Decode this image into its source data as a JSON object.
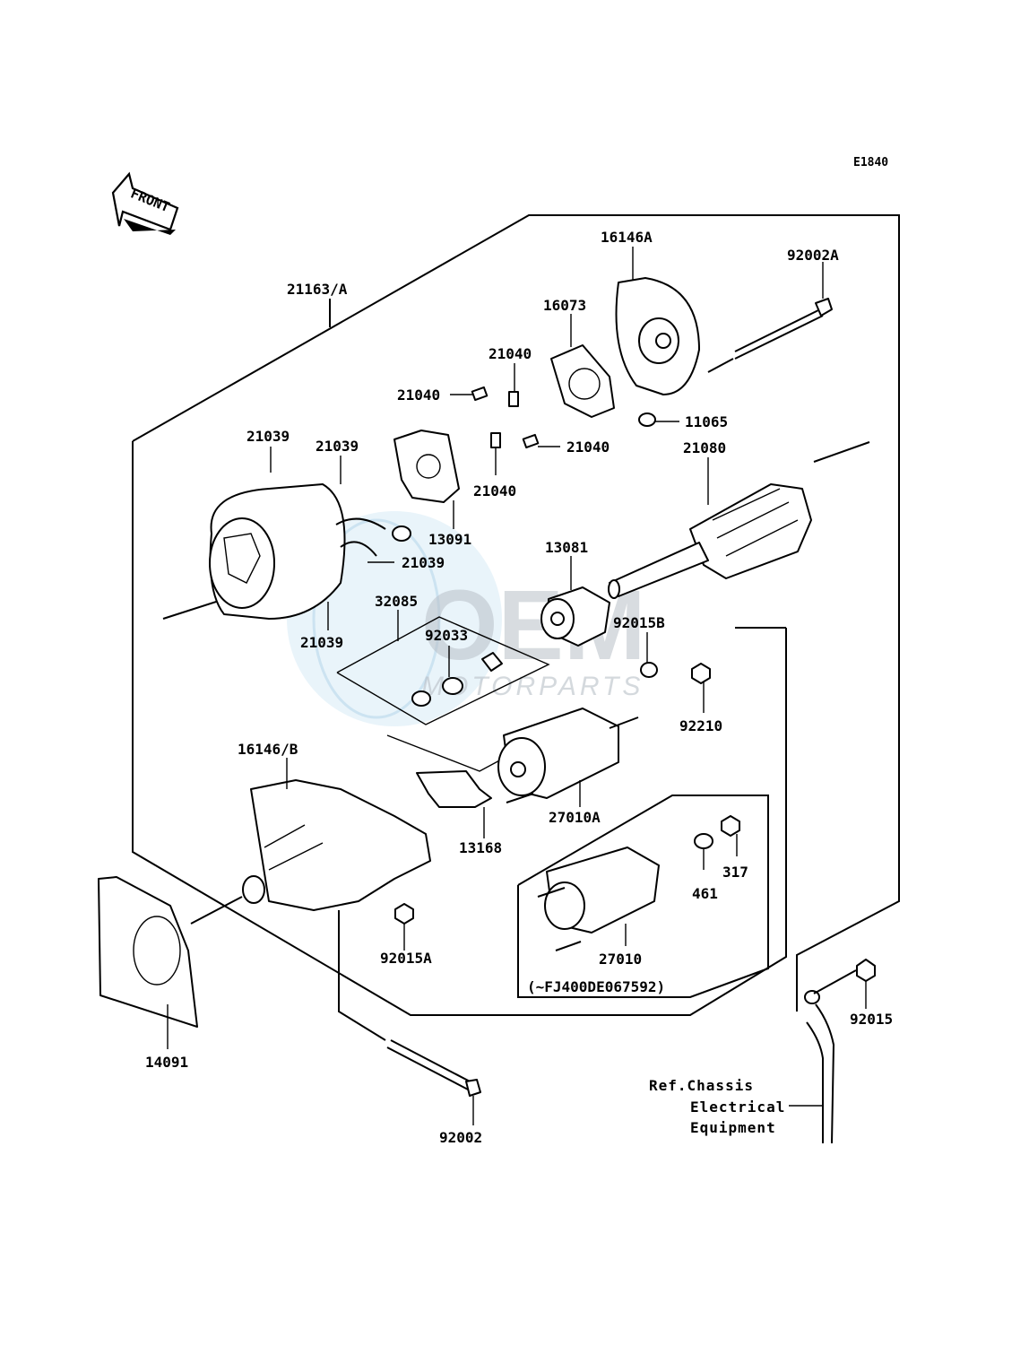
{
  "diagram_code": "E1840",
  "front_marker": "FRONT",
  "watermark": {
    "brand": "OEM",
    "sub": "MOTORPARTS"
  },
  "labels": {
    "p21163A": "21163/A",
    "p16146A": "16146A",
    "p92002A": "92002A",
    "p16073": "16073",
    "p21040_a": "21040",
    "p21040_b": "21040",
    "p21040_c": "21040",
    "p21040_d": "21040",
    "p11065": "11065",
    "p21080": "21080",
    "p21039_a": "21039",
    "p21039_b": "21039",
    "p21039_c": "21039",
    "p21039_d": "21039",
    "p13091": "13091",
    "p13081": "13081",
    "p32085": "32085",
    "p92033": "92033",
    "p92015B": "92015B",
    "p92210": "92210",
    "p16146B": "16146/B",
    "p27010A": "27010A",
    "p13168": "13168",
    "p317": "317",
    "p461": "461",
    "p27010": "27010",
    "p92015A": "92015A",
    "serial_note": "(~FJ400DE067592)",
    "p92015": "92015",
    "p14091": "14091",
    "p92002": "92002"
  },
  "reference_note": [
    "Ref.Chassis",
    "Electrical",
    "Equipment"
  ]
}
